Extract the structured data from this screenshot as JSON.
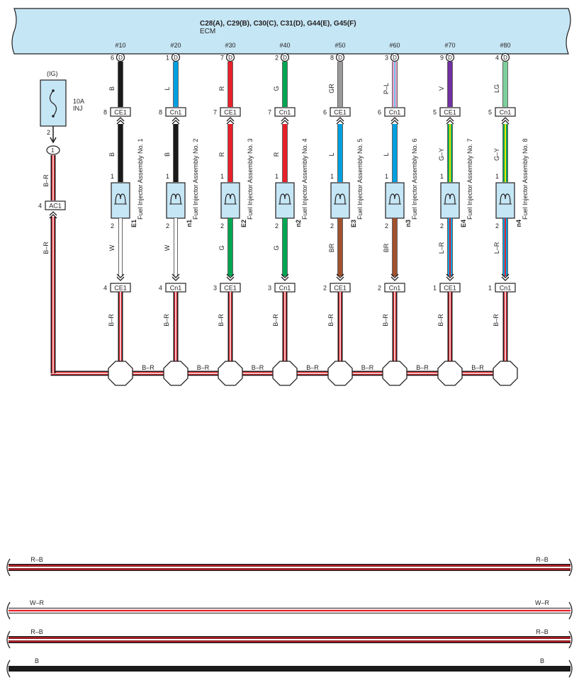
{
  "ecm": {
    "connectors": "C28(A), C29(B), C30(C), C31(D), G44(E), G45(F)",
    "name": "ECM"
  },
  "fuse": {
    "supply": "(IG)",
    "rating": "10A",
    "name": "INJ",
    "pin_out": "2",
    "junction_pin": "1"
  },
  "trunk": {
    "color_upper": "B–R",
    "color_lower": "B–R",
    "connector": "AC1",
    "connector_pin": "4"
  },
  "bus_segment_label": "B–R",
  "channels": [
    {
      "num": "#10",
      "ecm_pin": "6",
      "ecm_wire": "B",
      "ecm_col": [
        "#1a1a1a"
      ],
      "c_top": "CE1",
      "c_top_pin": "8",
      "inj_wire": "B",
      "inj_col": [
        "#1a1a1a"
      ],
      "inj_pin_in": "1",
      "inj_pin_out": "2",
      "inj_ref": "E1",
      "inj_name": "Fuel Injector Assembly No. 1",
      "out_wire": "W",
      "out_col": [
        "#ffffff"
      ],
      "c_bot": "CE1",
      "c_bot_pin": "4",
      "b_wire": "B–R"
    },
    {
      "num": "#20",
      "ecm_pin": "1",
      "ecm_wire": "L",
      "ecm_col": [
        "#00a0e0"
      ],
      "c_top": "Cn1",
      "c_top_pin": "8",
      "inj_wire": "B",
      "inj_col": [
        "#1a1a1a"
      ],
      "inj_pin_in": "1",
      "inj_pin_out": "2",
      "inj_ref": "n1",
      "inj_name": "Fuel Injector Assembly No. 2",
      "out_wire": "W",
      "out_col": [
        "#ffffff"
      ],
      "c_bot": "Cn1",
      "c_bot_pin": "4",
      "b_wire": "B–R"
    },
    {
      "num": "#30",
      "ecm_pin": "7",
      "ecm_wire": "R",
      "ecm_col": [
        "#e8202a"
      ],
      "c_top": "CE1",
      "c_top_pin": "7",
      "inj_wire": "R",
      "inj_col": [
        "#e8202a"
      ],
      "inj_pin_in": "1",
      "inj_pin_out": "2",
      "inj_ref": "E2",
      "inj_name": "Fuel Injector Assembly No. 3",
      "out_wire": "G",
      "out_col": [
        "#00a651"
      ],
      "c_bot": "CE1",
      "c_bot_pin": "3",
      "b_wire": "B–R"
    },
    {
      "num": "#40",
      "ecm_pin": "2",
      "ecm_wire": "G",
      "ecm_col": [
        "#00a651"
      ],
      "c_top": "Cn1",
      "c_top_pin": "7",
      "inj_wire": "R",
      "inj_col": [
        "#e8202a"
      ],
      "inj_pin_in": "1",
      "inj_pin_out": "2",
      "inj_ref": "n2",
      "inj_name": "Fuel Injector Assembly No. 4",
      "out_wire": "G",
      "out_col": [
        "#00a651"
      ],
      "c_bot": "Cn1",
      "c_bot_pin": "3",
      "b_wire": "B–R"
    },
    {
      "num": "#50",
      "ecm_pin": "8",
      "ecm_wire": "GR",
      "ecm_col": [
        "#9a9a9a"
      ],
      "c_top": "CE1",
      "c_top_pin": "6",
      "inj_wire": "L",
      "inj_col": [
        "#00a0e0"
      ],
      "inj_pin_in": "1",
      "inj_pin_out": "2",
      "inj_ref": "E3",
      "inj_name": "Fuel Injector Assembly No. 5",
      "out_wire": "BR",
      "out_col": [
        "#a0522d"
      ],
      "c_bot": "CE1",
      "c_bot_pin": "2",
      "b_wire": "B–R"
    },
    {
      "num": "#60",
      "ecm_pin": "3",
      "ecm_wire": "P–L",
      "ecm_col": [
        "#f0a0c8",
        "#6cc8f0"
      ],
      "c_top": "Cn1",
      "c_top_pin": "6",
      "inj_wire": "L",
      "inj_col": [
        "#00a0e0"
      ],
      "inj_pin_in": "1",
      "inj_pin_out": "2",
      "inj_ref": "n3",
      "inj_name": "Fuel Injector Assembly No. 6",
      "out_wire": "BR",
      "out_col": [
        "#a0522d"
      ],
      "c_bot": "Cn1",
      "c_bot_pin": "2",
      "b_wire": "B–R"
    },
    {
      "num": "#70",
      "ecm_pin": "9",
      "ecm_wire": "V",
      "ecm_col": [
        "#7030a0"
      ],
      "c_top": "CE1",
      "c_top_pin": "5",
      "inj_wire": "G–Y",
      "inj_col": [
        "#00a651",
        "#f5e600"
      ],
      "inj_pin_in": "1",
      "inj_pin_out": "2",
      "inj_ref": "E4",
      "inj_name": "Fuel Injector Assembly No. 7",
      "out_wire": "L–R",
      "out_col": [
        "#00a0e0",
        "#e8202a"
      ],
      "c_bot": "CE1",
      "c_bot_pin": "1",
      "b_wire": "B–R"
    },
    {
      "num": "#80",
      "ecm_pin": "4",
      "ecm_wire": "LG",
      "ecm_col": [
        "#7ccf9a"
      ],
      "c_top": "Cn1",
      "c_top_pin": "5",
      "inj_wire": "G–Y",
      "inj_col": [
        "#00a651",
        "#f5e600"
      ],
      "inj_pin_in": "1",
      "inj_pin_out": "2",
      "inj_ref": "n4",
      "inj_name": "Fuel Injector Assembly No. 8",
      "out_wire": "L–R",
      "out_col": [
        "#00a0e0",
        "#e8202a"
      ],
      "c_bot": "Cn1",
      "c_bot_pin": "1",
      "b_wire": "B–R"
    }
  ],
  "harness_strips": [
    {
      "label": "R–B",
      "stripe": "#e8202a",
      "body": "#1a1a1a",
      "style": "tri"
    },
    {
      "label": "W–R",
      "stripe": "#e8202a",
      "body": "#ffffff",
      "style": "single"
    },
    {
      "label": "R–B",
      "stripe": "#e8202a",
      "body": "#1a1a1a",
      "style": "tri"
    },
    {
      "label": "B",
      "stripe": "#1a1a1a",
      "body": "#1a1a1a",
      "style": "solid"
    }
  ],
  "colors": {
    "ecm_fill": "#c5e6f5",
    "injector_fill": "#c5e6f5",
    "trunk_red": "#e8202a",
    "trunk_black": "#1a1a1a"
  }
}
